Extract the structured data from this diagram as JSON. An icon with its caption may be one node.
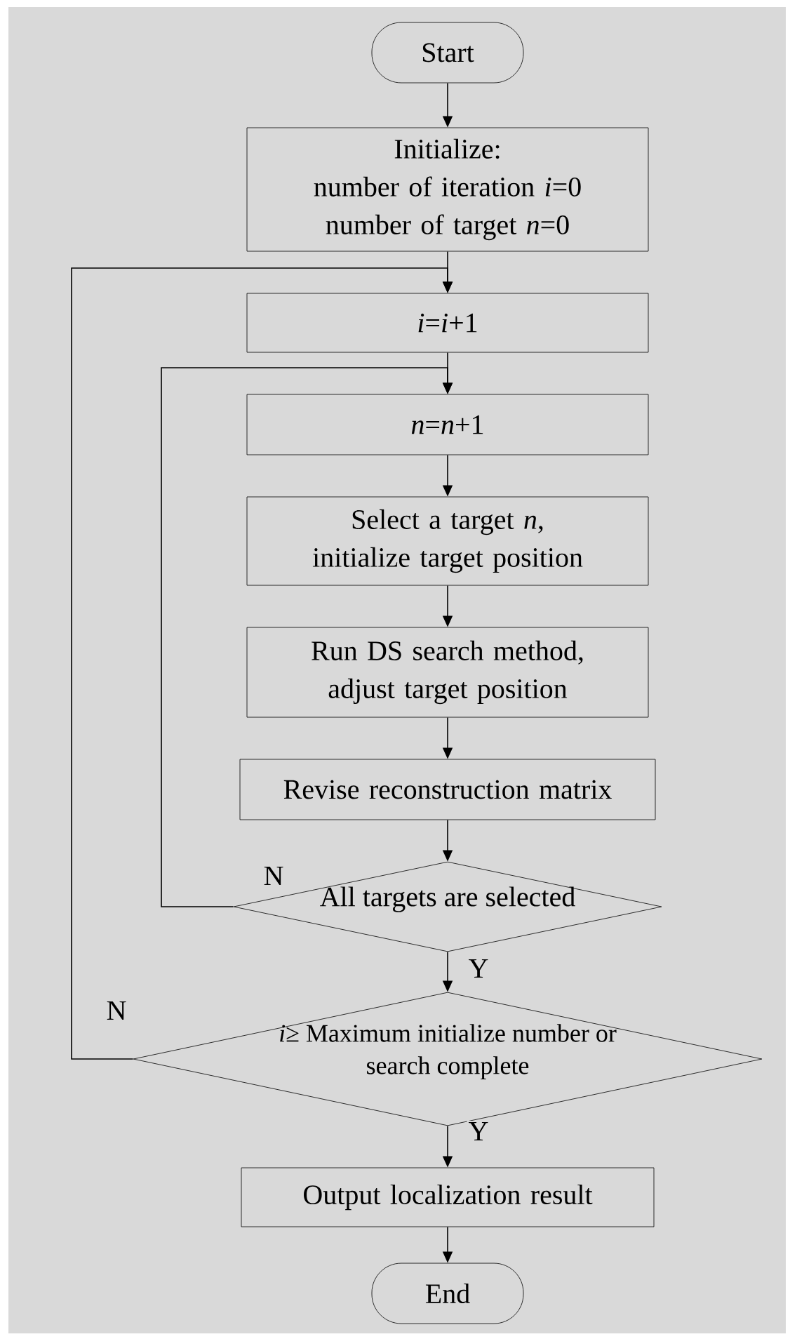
{
  "diagram": {
    "nodes": [
      {
        "text": [
          "Start"
        ]
      },
      {
        "text": [
          "Initialize:",
          "number of iteration *i*=0",
          "number of target *n*=0"
        ]
      },
      {
        "text": [
          "*i*=*i*+1"
        ]
      },
      {
        "text": [
          "*n*=*n*+1"
        ]
      },
      {
        "text": [
          "Select a target *n*, initialize target position"
        ]
      },
      {
        "text": [
          "Run DS search method, adjust target position"
        ]
      },
      {
        "text": [
          "Revise reconstruction matrix"
        ]
      },
      {
        "text": [
          "All targets are selected"
        ]
      },
      {
        "text": [
          "*i*≥ Maximum initialize number or search complete"
        ]
      },
      {
        "text": [
          "Output localization result"
        ]
      },
      {
        "text": [
          "End"
        ]
      }
    ],
    "edges": [
      {
        "from": 0,
        "to": 1,
        "arrow": "to"
      },
      {
        "from": 1,
        "to": 2,
        "arrow": "to"
      },
      {
        "from": 2,
        "to": 3,
        "arrow": "to"
      },
      {
        "from": 3,
        "to": 4,
        "arrow": "to"
      },
      {
        "from": 4,
        "to": 5,
        "arrow": "to"
      },
      {
        "from": 5,
        "to": 6,
        "arrow": "to"
      },
      {
        "from": 6,
        "to": 7,
        "arrow": "to"
      },
      {
        "from": 7,
        "to": 3,
        "arrow": "to",
        "label": "N"
      },
      {
        "from": 7,
        "to": 8,
        "arrow": "to",
        "label": "Y"
      },
      {
        "from": 8,
        "to": 2,
        "arrow": "to",
        "label": "N"
      },
      {
        "from": 8,
        "to": 9,
        "arrow": "to",
        "label": "Y"
      },
      {
        "from": 9,
        "to": 10,
        "arrow": "to"
      }
    ]
  }
}
